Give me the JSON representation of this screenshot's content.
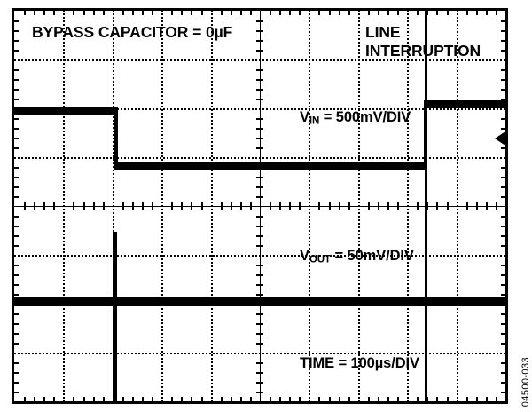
{
  "figure": {
    "id_caption": "04500-033",
    "background_color": "#ffffff",
    "trace_color": "#000000",
    "border_color": "#000000"
  },
  "annotations": {
    "bypass_capacitor": {
      "prefix": "BYPASS CAPACITOR = ",
      "value": "0µF",
      "full": "BYPASS CAPACITOR = 0µF"
    },
    "event_line1": "LINE",
    "event_line2": "INTERRUPTION",
    "vin": {
      "symbol": "V",
      "subscript": "IN",
      "setting": " = 500mV/DIV"
    },
    "vout": {
      "symbol": "V",
      "subscript": "OUT",
      "setting": " = 50mV/DIV"
    },
    "time": {
      "label": "TIME",
      "setting": " = 100µs/DIV"
    }
  },
  "scope": {
    "divisions_x": 10,
    "divisions_y": 8,
    "volts_per_div_ch1": "500mV/DIV",
    "volts_per_div_ch2": "50mV/DIV",
    "time_per_div": "100µs/DIV",
    "trigger_marker": "left-arrow"
  },
  "chart_data": {
    "type": "line",
    "title": "BYPASS CAPACITOR = 0µF",
    "annotation": "LINE INTERRUPTION",
    "xlabel": "TIME = 100µs/DIV",
    "ylabel": "",
    "grid": true,
    "legend": "none",
    "x_units": "µs",
    "x_per_div": 100,
    "xlim": [
      0,
      1000
    ],
    "series": [
      {
        "name": "V_IN = 500mV/DIV",
        "units_per_div": "500mV",
        "description": "Input supply drops one division low during the line interruption, then recovers.",
        "points": [
          {
            "x": 0,
            "y_div": 0.15
          },
          {
            "x": 204,
            "y_div": 0.15
          },
          {
            "x": 207,
            "y_div": -0.95
          },
          {
            "x": 835,
            "y_div": -0.95
          },
          {
            "x": 838,
            "y_div": 0.3
          },
          {
            "x": 1000,
            "y_div": 0.3
          }
        ],
        "noise_band_div": 0.09
      },
      {
        "name": "V_OUT = 50mV/DIV",
        "units_per_div": "50mV",
        "description": "Output stays flat with narrow full-scale glitch spikes at both line-interruption edges.",
        "points": [
          {
            "x": 0,
            "y_div": 0.0
          },
          {
            "x": 205,
            "y_div": 0.0
          },
          {
            "x": 206,
            "y_div": 2.0
          },
          {
            "x": 207,
            "y_div": -2.2
          },
          {
            "x": 208,
            "y_div": 0.0
          },
          {
            "x": 836,
            "y_div": 0.0
          },
          {
            "x": 837,
            "y_div": 2.0
          },
          {
            "x": 838,
            "y_div": -2.2
          },
          {
            "x": 839,
            "y_div": 0.0
          },
          {
            "x": 1000,
            "y_div": 0.0
          }
        ],
        "noise_band_div": 0.12
      }
    ]
  }
}
